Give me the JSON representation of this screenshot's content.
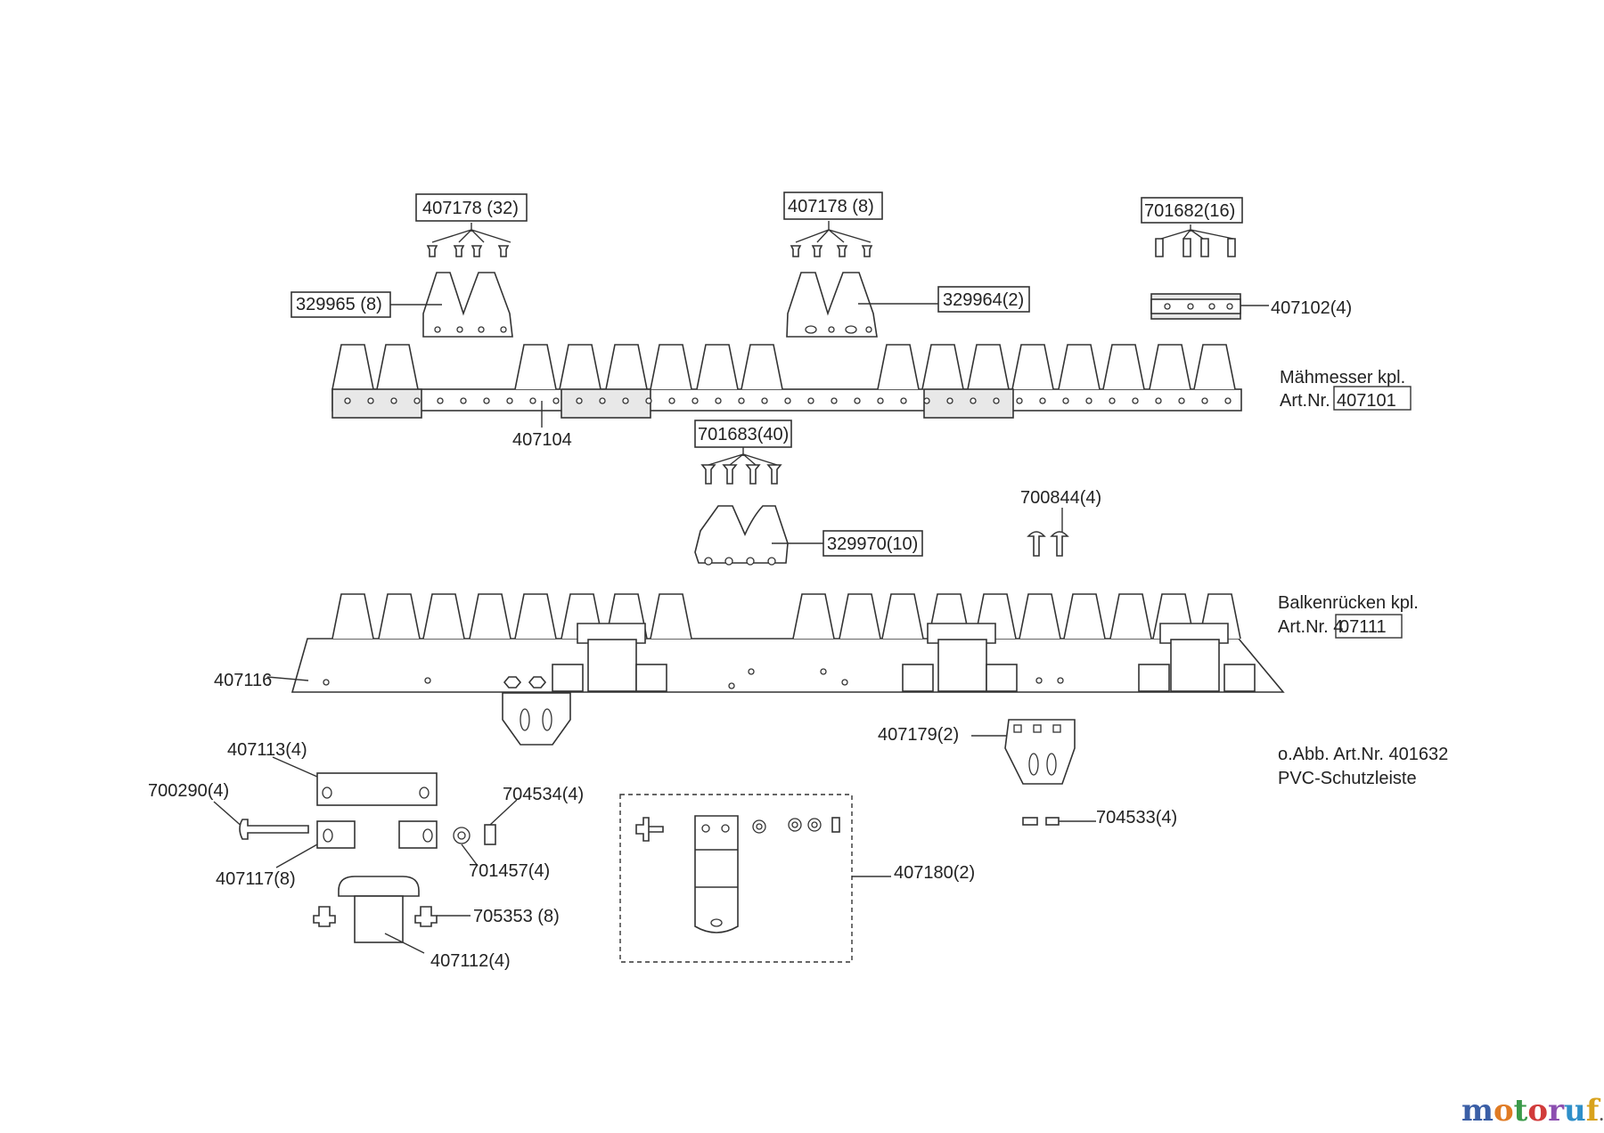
{
  "labels": {
    "l407178a": "407178 (32)",
    "l407178b": "407178 (8)",
    "l701682": "701682(16)",
    "l329965": "329965 (8)",
    "l329964": "329964(2)",
    "l407102": "407102(4)",
    "l407104": "407104",
    "l701683": "701683(40)",
    "l700844": "700844(4)",
    "l329970": "329970(10)",
    "l407116": "407116",
    "l407179": "407179(2)",
    "l407113": "407113(4)",
    "l700290": "700290(4)",
    "l704534": "704534(4)",
    "l407117": "407117(8)",
    "l701457": "701457(4)",
    "l705353": "705353 (8)",
    "l407112": "407112(4)",
    "l407180": "407180(2)",
    "l704533": "704533(4)"
  },
  "assemblies": {
    "maehmesser_title": "Mähmesser kpl.",
    "maehmesser_prefix": "Art.Nr. ",
    "maehmesser_number": "407101",
    "balken_title": "Balkenrücken kpl.",
    "balken_prefix": "Art.Nr. 4",
    "balken_number": "07111",
    "note_line1": "o.Abb. Art.Nr. 401632",
    "note_line2": "PVC-Schutzleiste"
  },
  "watermark": {
    "letters": [
      "m",
      "o",
      "t",
      "o",
      "r",
      "u",
      "f"
    ],
    "suffix": ".de",
    "colors": [
      "#3b5fa6",
      "#e07b24",
      "#3b9a4a",
      "#d13b3b",
      "#8c4fb0",
      "#2f8fc9",
      "#d8a21c"
    ]
  }
}
